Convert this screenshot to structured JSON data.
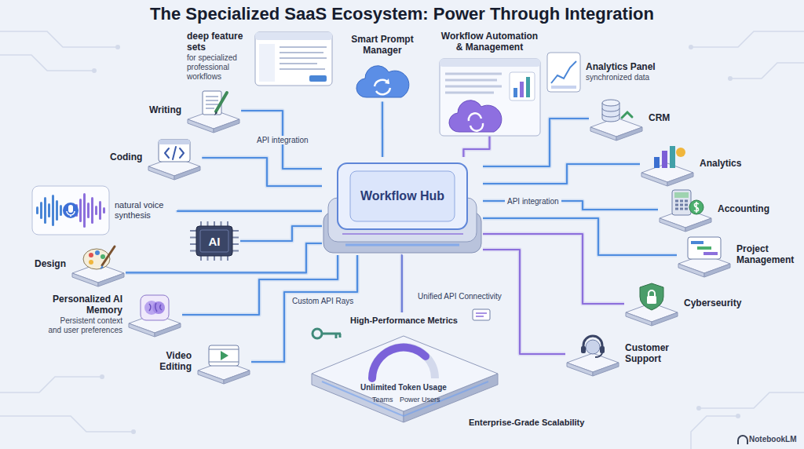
{
  "diagram": {
    "title": "The Specialized SaaS Ecosystem: Power Through Integration",
    "nodes": [
      {
        "text": [
          "deep feature sets",
          "for specialized professional workflows"
        ]
      },
      {
        "text": [
          "Smart Prompt Manager"
        ]
      },
      {
        "text": [
          "Workflow Automation & Management"
        ]
      },
      {
        "text": [
          "Analytics Panel",
          "synchronized data"
        ]
      },
      {
        "text": [
          "Writing"
        ]
      },
      {
        "text": [
          "CRM"
        ]
      },
      {
        "text": [
          "Coding"
        ]
      },
      {
        "text": [
          "Analytics"
        ]
      },
      {
        "text": [
          "natural voice synthesis"
        ]
      },
      {
        "text": [
          "AI"
        ]
      },
      {
        "text": [
          "Accounting"
        ]
      },
      {
        "text": [
          "Design"
        ]
      },
      {
        "text": [
          "Workflow Hub"
        ]
      },
      {
        "text": [
          "Project Management"
        ]
      },
      {
        "text": [
          "Personalized AI Memory",
          "Persistent context and user preferences"
        ]
      },
      {
        "text": [
          "Cyberseurity"
        ]
      },
      {
        "text": [
          "Video Editing"
        ]
      },
      {
        "text": [
          "Customer Support"
        ]
      },
      {
        "text": [
          "High-Performance Metrics",
          "Unlimited Token Usage",
          "Teams",
          "Power Users",
          "Enterprise-Grade Scalability"
        ]
      }
    ],
    "edges": [
      {
        "from": 4,
        "to": 12,
        "label": "API integration",
        "arrow": "none"
      },
      {
        "from": 6,
        "to": 12,
        "arrow": "none"
      },
      {
        "from": 8,
        "to": 12,
        "arrow": "none"
      },
      {
        "from": 9,
        "to": 12,
        "arrow": "none"
      },
      {
        "from": 11,
        "to": 12,
        "arrow": "none"
      },
      {
        "from": 14,
        "to": 12,
        "arrow": "none"
      },
      {
        "from": 16,
        "to": 12,
        "arrow": "none"
      },
      {
        "from": 1,
        "to": 12,
        "arrow": "none"
      },
      {
        "from": 2,
        "to": 12,
        "arrow": "none"
      },
      {
        "from": 5,
        "to": 12,
        "arrow": "none"
      },
      {
        "from": 7,
        "to": 12,
        "arrow": "none"
      },
      {
        "from": 10,
        "to": 12,
        "label": "API integration",
        "arrow": "none"
      },
      {
        "from": 13,
        "to": 12,
        "arrow": "none"
      },
      {
        "from": 15,
        "to": 12,
        "arrow": "none"
      },
      {
        "from": 17,
        "to": 12,
        "arrow": "none"
      },
      {
        "from": 12,
        "to": 18,
        "arrow": "none"
      }
    ],
    "labels": [
      "Custom API Rays",
      "Unified API Connectivity",
      "NotebookLM"
    ]
  }
}
